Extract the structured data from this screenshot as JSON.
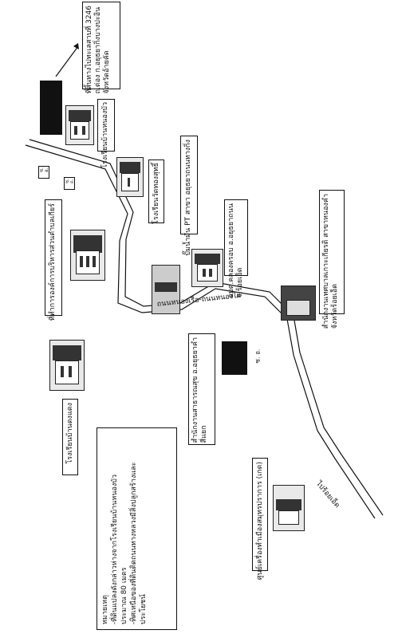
{
  "labels": {
    "highway": "ที่สิ้นทางไปทะเลสาบที่ 3246\nถ.ต่อง ก.อยุธยากิ่งบางปะอิน\nจังหวัดอ้ายคัด",
    "school": "โรงเรียนบ้านหนองบัว",
    "pt": "ปั๊มน้ำมัน PT สาขา อยุธยาถนนทางกิ่ง",
    "temple_school": "โรงเรียนวัดทองสุทธิ์",
    "subdistrict": "อบต.คลองครอบ อ.อยุธยาถนน\nจ.ร้อยเอ็ด",
    "tambon_office": "ที่ทำการองค์การบริหารส่วนตำบลเกียร์",
    "district_office": "สำนักงานเทศบาลเกาะเกียรติ สาขาหนองคำ\nจังหวัดร้อยเอ็ด",
    "health": "สำนักงานสาธารณสุข อ.อยุธยาคำ\nสี่แยก",
    "school2": "โรงเรียนบ้านดงแดง",
    "center": "ศูนย์เครื่องทำเมืองสมุทรปราการ (เกต)",
    "road_main": "ถนนหนองเรือ-ถนนหนองไผ่",
    "road_side": "ไปร้อยเอ็ด",
    "small_a": "ซ.\nอ.",
    "small_b": "ซ.\nถ.",
    "compass": "ซ. อ."
  },
  "note": {
    "heading": "หมายเหตุ",
    "lines": [
      "-ที่ดินแปลงดังกล่าวห่างจากโรงเรียนบ้านหนองบัว",
      "ประมาณ 80 เมตร",
      "-ทิศเหนือของที่ดินติดถนนทางหลวงมีสิ่งปลูกสร้างและ",
      "ประโยชน์"
    ]
  }
}
